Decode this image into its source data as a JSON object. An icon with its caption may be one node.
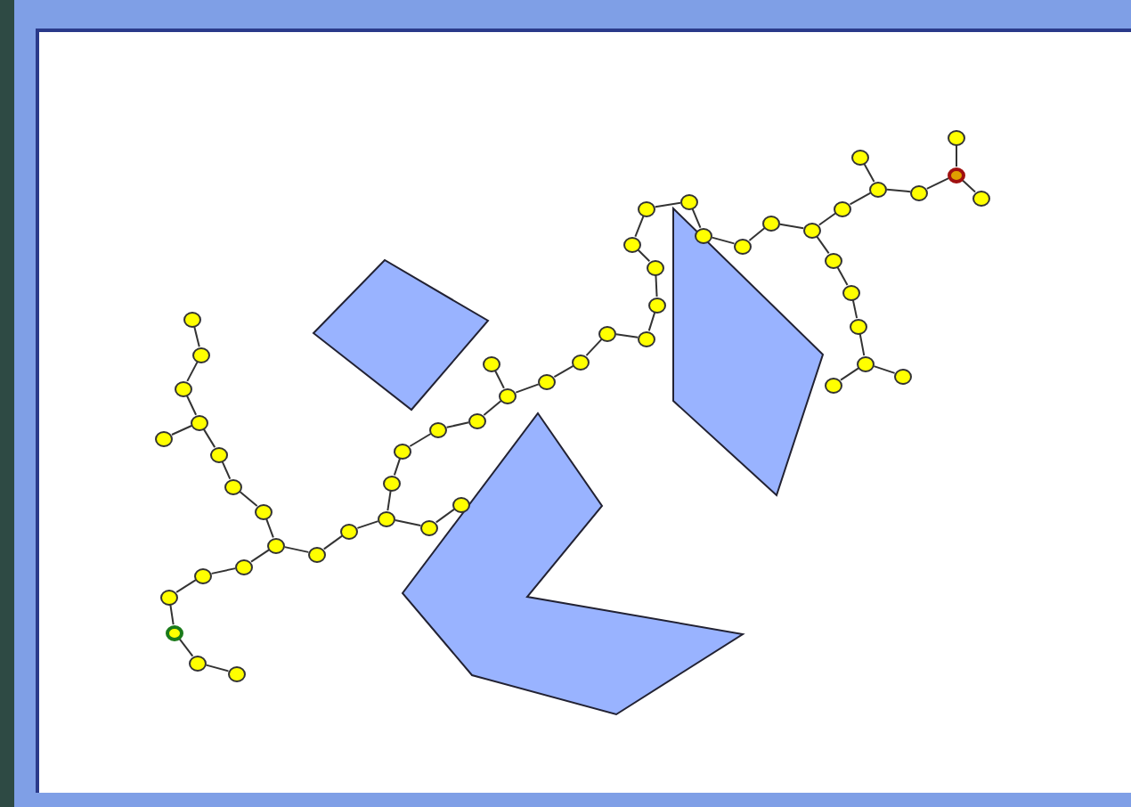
{
  "diagram": {
    "nodes": [
      {
        "text": [],
        "shape": "circle"
      },
      {
        "text": [],
        "shape": "circle"
      },
      {
        "text": [],
        "shape": "circle"
      },
      {
        "text": [],
        "shape": "circle"
      },
      {
        "text": [],
        "shape": "circle"
      },
      {
        "text": [],
        "shape": "circle"
      },
      {
        "text": [],
        "shape": "circle"
      },
      {
        "text": [],
        "shape": "circle"
      },
      {
        "text": [],
        "shape": "circle"
      },
      {
        "text": [],
        "shape": "circle"
      },
      {
        "text": [],
        "shape": "circle"
      },
      {
        "text": [],
        "shape": "circle"
      },
      {
        "text": [],
        "shape": "circle"
      },
      {
        "text": [],
        "shape": "circle"
      },
      {
        "text": [],
        "shape": "circle"
      },
      {
        "text": [],
        "shape": "circle"
      },
      {
        "text": [],
        "shape": "circle"
      },
      {
        "text": [],
        "shape": "circle"
      },
      {
        "text": [],
        "shape": "circle"
      },
      {
        "text": [],
        "shape": "circle"
      },
      {
        "text": [],
        "shape": "circle"
      },
      {
        "text": [],
        "shape": "circle"
      },
      {
        "text": [],
        "shape": "circle"
      },
      {
        "text": [],
        "shape": "circle"
      },
      {
        "text": [],
        "shape": "circle"
      },
      {
        "text": [],
        "shape": "circle"
      },
      {
        "text": [],
        "shape": "circle"
      },
      {
        "text": [],
        "shape": "circle"
      },
      {
        "text": [],
        "shape": "circle"
      },
      {
        "text": [],
        "shape": "circle"
      },
      {
        "text": [],
        "shape": "circle"
      },
      {
        "text": [],
        "shape": "circle"
      },
      {
        "text": [],
        "shape": "circle"
      },
      {
        "text": [],
        "shape": "circle"
      },
      {
        "text": [],
        "shape": "circle"
      },
      {
        "text": [],
        "shape": "circle"
      },
      {
        "text": [],
        "shape": "circle"
      },
      {
        "text": [],
        "shape": "circle"
      },
      {
        "text": [],
        "shape": "circle"
      },
      {
        "text": [],
        "shape": "circle"
      },
      {
        "text": [],
        "shape": "circle"
      },
      {
        "text": [],
        "shape": "circle"
      },
      {
        "text": [],
        "shape": "circle"
      },
      {
        "text": [],
        "shape": "circle"
      },
      {
        "text": [],
        "shape": "circle"
      },
      {
        "text": [],
        "shape": "circle"
      },
      {
        "text": [],
        "shape": "circle"
      },
      {
        "text": [],
        "shape": "circle"
      },
      {
        "text": [],
        "shape": "circle"
      },
      {
        "text": [],
        "shape": "circle"
      },
      {
        "text": [],
        "shape": "circle"
      },
      {
        "text": [],
        "shape": "circle"
      },
      {
        "text": [],
        "shape": "polygon"
      },
      {
        "text": [],
        "shape": "polygon"
      },
      {
        "text": [],
        "shape": "polygon"
      }
    ],
    "edges": [
      {
        "from": 0,
        "to": 1,
        "arrow": "none"
      },
      {
        "from": 1,
        "to": 2,
        "arrow": "none"
      },
      {
        "from": 2,
        "to": 3,
        "arrow": "none"
      },
      {
        "from": 3,
        "to": 4,
        "arrow": "none"
      },
      {
        "from": 4,
        "to": 5,
        "arrow": "none"
      },
      {
        "from": 5,
        "to": 6,
        "arrow": "none"
      },
      {
        "from": 6,
        "to": 7,
        "arrow": "none"
      },
      {
        "from": 7,
        "to": 8,
        "arrow": "none"
      },
      {
        "from": 8,
        "to": 9,
        "arrow": "none"
      },
      {
        "from": 8,
        "to": 10,
        "arrow": "none"
      },
      {
        "from": 10,
        "to": 11,
        "arrow": "none"
      },
      {
        "from": 11,
        "to": 12,
        "arrow": "none"
      },
      {
        "from": 4,
        "to": 13,
        "arrow": "none"
      },
      {
        "from": 13,
        "to": 14,
        "arrow": "none"
      },
      {
        "from": 14,
        "to": 15,
        "arrow": "none"
      },
      {
        "from": 15,
        "to": 16,
        "arrow": "none"
      },
      {
        "from": 16,
        "to": 17,
        "arrow": "none"
      },
      {
        "from": 15,
        "to": 18,
        "arrow": "none"
      },
      {
        "from": 18,
        "to": 19,
        "arrow": "none"
      },
      {
        "from": 17,
        "to": 20,
        "arrow": "none"
      },
      {
        "from": 20,
        "to": 21,
        "arrow": "none"
      },
      {
        "from": 21,
        "to": 22,
        "arrow": "none"
      },
      {
        "from": 22,
        "to": 23,
        "arrow": "none"
      },
      {
        "from": 22,
        "to": 24,
        "arrow": "none"
      },
      {
        "from": 24,
        "to": 25,
        "arrow": "none"
      },
      {
        "from": 25,
        "to": 26,
        "arrow": "none"
      },
      {
        "from": 26,
        "to": 27,
        "arrow": "none"
      },
      {
        "from": 27,
        "to": 28,
        "arrow": "none"
      },
      {
        "from": 28,
        "to": 29,
        "arrow": "none"
      },
      {
        "from": 29,
        "to": 30,
        "arrow": "none"
      },
      {
        "from": 30,
        "to": 31,
        "arrow": "none"
      },
      {
        "from": 31,
        "to": 32,
        "arrow": "none"
      },
      {
        "from": 32,
        "to": 33,
        "arrow": "none"
      },
      {
        "from": 33,
        "to": 34,
        "arrow": "none"
      },
      {
        "from": 34,
        "to": 35,
        "arrow": "none"
      },
      {
        "from": 35,
        "to": 36,
        "arrow": "none"
      },
      {
        "from": 36,
        "to": 37,
        "arrow": "none"
      },
      {
        "from": 37,
        "to": 38,
        "arrow": "none"
      },
      {
        "from": 38,
        "to": 39,
        "arrow": "none"
      },
      {
        "from": 39,
        "to": 40,
        "arrow": "none"
      },
      {
        "from": 40,
        "to": 41,
        "arrow": "none"
      },
      {
        "from": 40,
        "to": 42,
        "arrow": "none"
      },
      {
        "from": 36,
        "to": 43,
        "arrow": "none"
      },
      {
        "from": 43,
        "to": 44,
        "arrow": "none"
      },
      {
        "from": 44,
        "to": 45,
        "arrow": "none"
      },
      {
        "from": 44,
        "to": 46,
        "arrow": "none"
      },
      {
        "from": 46,
        "to": 47,
        "arrow": "none"
      },
      {
        "from": 47,
        "to": 48,
        "arrow": "none"
      },
      {
        "from": 47,
        "to": 49,
        "arrow": "none"
      },
      {
        "from": 0,
        "to": 50,
        "arrow": "none"
      },
      {
        "from": 50,
        "to": 51,
        "arrow": "none"
      }
    ]
  }
}
